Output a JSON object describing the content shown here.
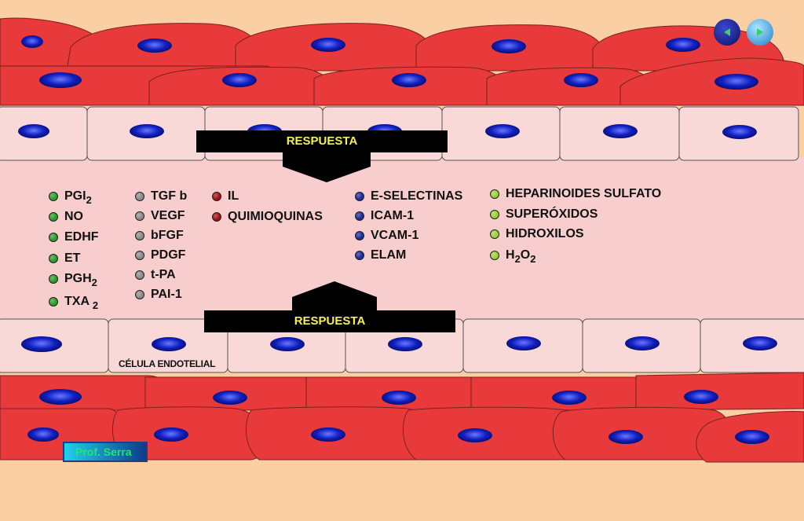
{
  "top_arrow_label": "RESPUESTA",
  "bottom_arrow_label": "RESPUESTA",
  "cell_caption": "CÉLULA ENDOTELIAL",
  "author_button": "Prof. Serra",
  "colors": {
    "background": "#f9cfa3",
    "muscle_cell": "#e83a3a",
    "endothelium": "#f9d8d8",
    "lumen": "#f8cdcd",
    "nucleus": "#1020c0",
    "arrow": "#000000",
    "arrow_text": "#f5ee55"
  },
  "groups": [
    {
      "color": "#2a9a2a",
      "items": [
        {
          "text": "PGI",
          "sub": "2"
        },
        {
          "text": "NO",
          "sub": ""
        },
        {
          "text": "EDHF",
          "sub": ""
        },
        {
          "text": "ET",
          "sub": ""
        },
        {
          "text": "PGH",
          "sub": "2"
        },
        {
          "text": "TXA ",
          "sub": "2"
        }
      ]
    },
    {
      "color": "#8a8a8a",
      "items": [
        {
          "text": "TGF b",
          "sub": ""
        },
        {
          "text": "VEGF",
          "sub": ""
        },
        {
          "text": "bFGF",
          "sub": ""
        },
        {
          "text": "PDGF",
          "sub": ""
        },
        {
          "text": "t-PA",
          "sub": ""
        },
        {
          "text": "PAI-1",
          "sub": ""
        }
      ]
    },
    {
      "color": "#a01010",
      "items": [
        {
          "text": "IL",
          "sub": ""
        },
        {
          "text": "QUIMIOQUINAS",
          "sub": ""
        }
      ]
    },
    {
      "color": "#1c2a9a",
      "items": [
        {
          "text": "E-SELECTINAS",
          "sub": ""
        },
        {
          "text": "ICAM-1",
          "sub": ""
        },
        {
          "text": "VCAM-1",
          "sub": ""
        },
        {
          "text": "ELAM",
          "sub": ""
        }
      ]
    },
    {
      "color": "#9bcf3a",
      "items": [
        {
          "text": "HEPARINOIDES SULFATO",
          "sub": ""
        },
        {
          "text": "SUPERÓXIDOS",
          "sub": ""
        },
        {
          "text": "HIDROXILOS",
          "sub": ""
        },
        {
          "text": "H",
          "sub": "2",
          "text2": "O",
          "sub2": "2"
        }
      ]
    }
  ],
  "nav": {
    "prev_icon": "prev-arrow-icon",
    "next_icon": "next-arrow-icon"
  }
}
